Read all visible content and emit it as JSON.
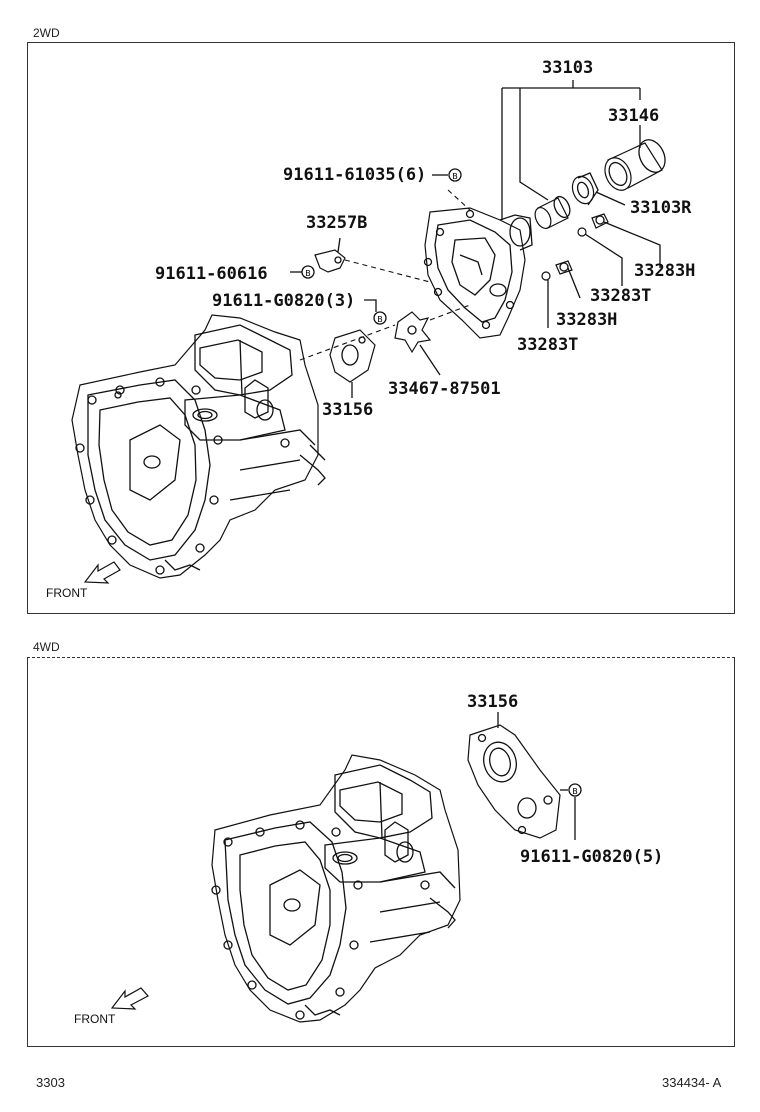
{
  "sections": {
    "wd2": {
      "label": "2WD",
      "front_label": "FRONT"
    },
    "wd4": {
      "label": "4WD",
      "front_label": "FRONT"
    }
  },
  "parts_2wd": {
    "p33103": "33103",
    "p33146": "33146",
    "p33103r": "33103R",
    "p91611_61035": "91611-61035(6)",
    "p33257b": "33257B",
    "p91611_60616": "91611-60616",
    "p91611_g0820_3": "91611-G0820(3)",
    "p33283h_a": "33283H",
    "p33283t_a": "33283T",
    "p33283h_b": "33283H",
    "p33283t_b": "33283T",
    "p33467": "33467-87501",
    "p33156": "33156"
  },
  "parts_4wd": {
    "p33156": "33156",
    "p91611_g0820_5": "91611-G0820(5)"
  },
  "footer": {
    "left": "3303",
    "right": "334434- A"
  },
  "marker_letter": "B",
  "colors": {
    "line": "#111111",
    "background": "#ffffff"
  }
}
